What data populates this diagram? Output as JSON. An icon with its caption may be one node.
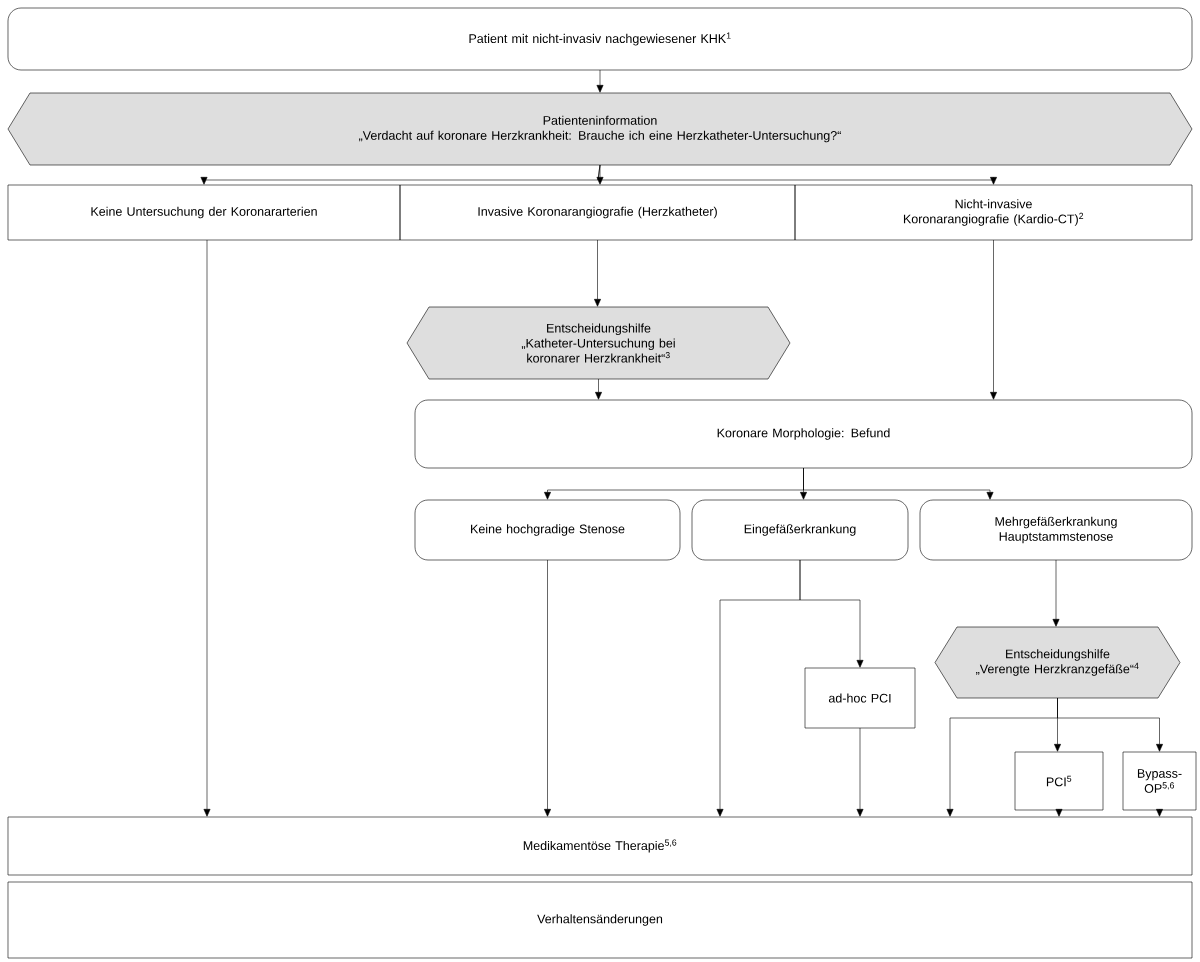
{
  "diagram": {
    "nodes": [
      {
        "text": [
          "Patient mit nicht-invasiv nachgewiesener KHK$^{1}$"
        ]
      },
      {
        "text": [
          "Patienteninformation",
          "„Verdacht auf koronare Herzkrankheit: Brauche ich eine Herzkatheter-Untersuchung?“"
        ]
      },
      {
        "text": [
          "Keine Untersuchung der Koronararterien"
        ]
      },
      {
        "text": [
          "Invasive Koronarangiografie (Herzkatheter)"
        ]
      },
      {
        "text": [
          "Nicht-invasive Koronarangiografie (Kardio-CT)$^{2}$"
        ]
      },
      {
        "text": [
          "Entscheidungshilfe",
          "„Katheter-Untersuchung bei koronarer Herzkrankheit“$^{3}$"
        ]
      },
      {
        "text": [
          "Koronare Morphologie: Befund"
        ]
      },
      {
        "text": [
          "Keine hochgradige Stenose"
        ]
      },
      {
        "text": [
          "Eingefäßerkrankung"
        ]
      },
      {
        "text": [
          "Mehrgefäßerkrankung Hauptstammstenose"
        ]
      },
      {
        "text": [
          "Entscheidungshilfe",
          "„Verengte Herzkranzgefäße“$^{4}$"
        ]
      },
      {
        "text": [
          "ad-hoc PCI"
        ]
      },
      {
        "text": [
          "PCI$^{5}$"
        ]
      },
      {
        "text": [
          "Bypass-OP$^{5,6}$"
        ]
      },
      {
        "text": [
          "Medikamentöse Therapie$^{5,6}$"
        ]
      },
      {
        "text": [
          "Verhaltensänderungen"
        ]
      }
    ],
    "edges": [
      {
        "from": 0,
        "to": 1,
        "arrow": "to"
      },
      {
        "from": 1,
        "to": 2,
        "arrow": "to"
      },
      {
        "from": 1,
        "to": 3,
        "arrow": "to"
      },
      {
        "from": 1,
        "to": 4,
        "arrow": "to"
      },
      {
        "from": 3,
        "to": 5,
        "arrow": "to"
      },
      {
        "from": 5,
        "to": 6,
        "arrow": "to"
      },
      {
        "from": 4,
        "to": 6,
        "arrow": "to"
      },
      {
        "from": 6,
        "to": 7,
        "arrow": "to"
      },
      {
        "from": 6,
        "to": 8,
        "arrow": "to"
      },
      {
        "from": 6,
        "to": 9,
        "arrow": "to"
      },
      {
        "from": 2,
        "to": 14,
        "arrow": "to"
      },
      {
        "from": 7,
        "to": 14,
        "arrow": "to"
      },
      {
        "from": 8,
        "to": 14,
        "arrow": "to"
      },
      {
        "from": 8,
        "to": 11,
        "arrow": "to"
      },
      {
        "from": 11,
        "to": 14,
        "arrow": "to"
      },
      {
        "from": 9,
        "to": 10,
        "arrow": "to"
      },
      {
        "from": 10,
        "to": 14,
        "arrow": "to"
      },
      {
        "from": 10,
        "to": 12,
        "arrow": "to"
      },
      {
        "from": 10,
        "to": 13,
        "arrow": "to"
      },
      {
        "from": 12,
        "to": 14,
        "arrow": "to"
      },
      {
        "from": 13,
        "to": 14,
        "arrow": "to"
      }
    ]
  }
}
